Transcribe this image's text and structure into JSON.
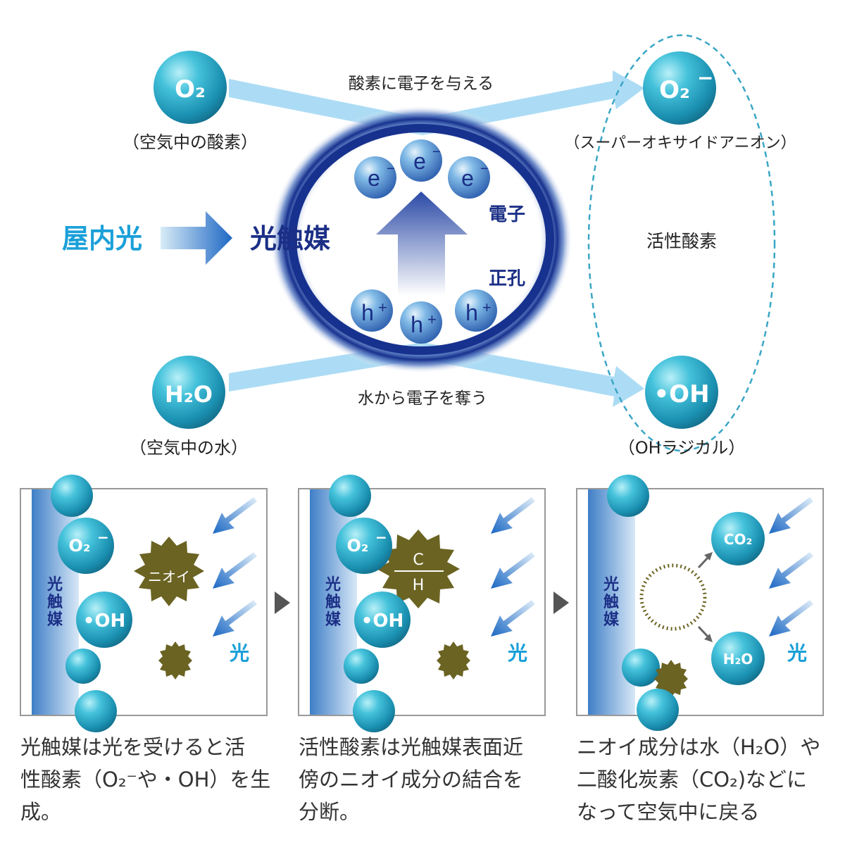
{
  "top": {
    "o2": {
      "formula": "O₂",
      "caption": "（空気中の酸素）"
    },
    "h2o": {
      "formula": "H₂O",
      "caption": "（空気中の水）"
    },
    "superoxide": {
      "formula": "O₂",
      "charge": "−",
      "caption": "（スーパーオキサイドアニオン）"
    },
    "oh_radical": {
      "formula": "•OH",
      "caption": "（OHラジカル）"
    },
    "give_electron_label": "酸素に電子を与える",
    "take_electron_label": "水から電子を奪う",
    "indoor_light_label": "屋内光",
    "photocatalyst_label": "光触媒",
    "electron_label": "電子",
    "hole_label": "正孔",
    "active_oxygen_label": "活性酸素",
    "electron_symbol": "e",
    "electron_charge": "−",
    "hole_symbol": "h",
    "hole_charge": "+"
  },
  "panels": [
    {
      "catalyst_label": [
        "光",
        "触",
        "媒"
      ],
      "superoxide": "O₂",
      "superoxide_charge": "−",
      "oh": "•OH",
      "odor_label": "ニオイ",
      "light_label": "光",
      "caption_lines": [
        "光触媒は光を受けると活",
        "性酸素（O₂⁻や・OH）を生",
        "成。"
      ]
    },
    {
      "catalyst_label": [
        "光",
        "触",
        "媒"
      ],
      "superoxide": "O₂",
      "superoxide_charge": "−",
      "oh": "•OH",
      "bond_top": "C",
      "bond_bottom": "H",
      "light_label": "光",
      "caption_lines": [
        "活性酸素は光触媒表面近",
        "傍のニオイ成分の結合を",
        "分断。"
      ]
    },
    {
      "catalyst_label": [
        "光",
        "触",
        "媒"
      ],
      "co2": "CO₂",
      "h2o": "H₂O",
      "light_label": "光",
      "caption_lines": [
        "ニオイ成分は水（H₂O）や",
        "二酸化炭素（CO₂)などに",
        "なって空気中に戻る"
      ]
    }
  ],
  "colors": {
    "sphere": "#29a9c6",
    "sphere_light": "#8fe0ef",
    "arrow_blue": "#9ed6f3",
    "navy": "#1b2f86",
    "cyan_text": "#1aa0d8",
    "odor": "#6b6322",
    "light_arrow": "#1c74c7"
  }
}
